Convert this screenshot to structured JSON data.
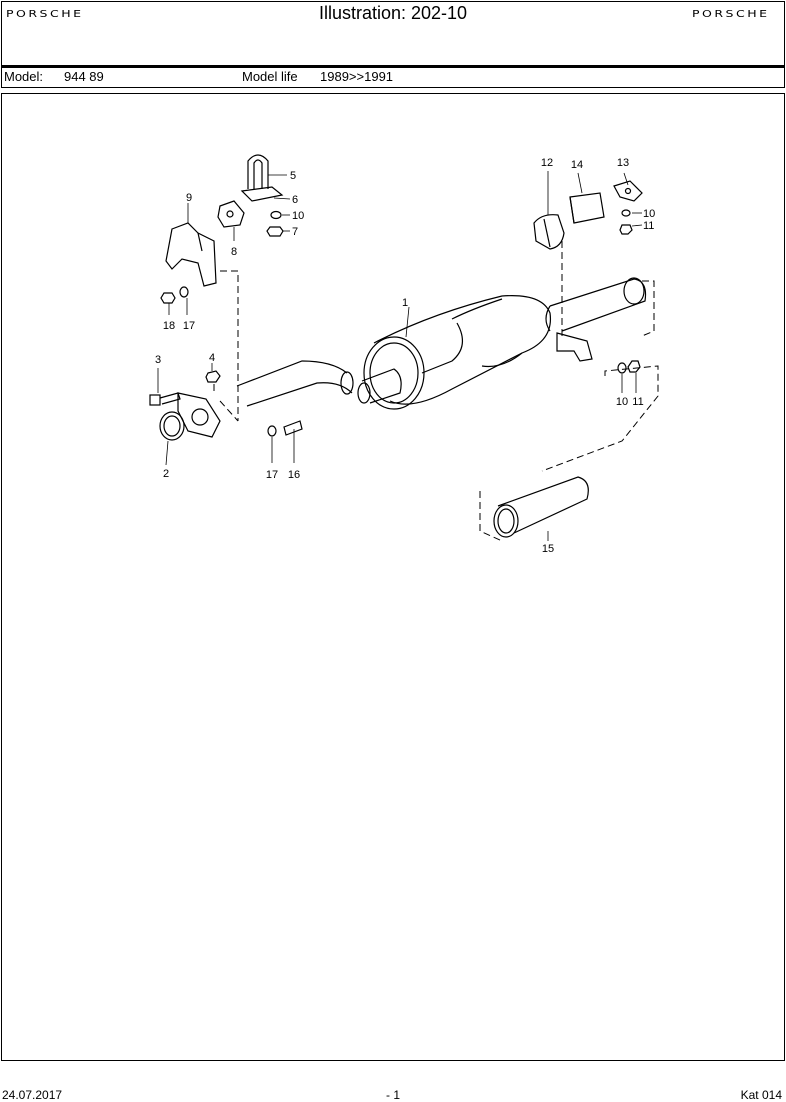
{
  "header": {
    "brand_left": "PORSCHE",
    "brand_right": "PORSCHE",
    "title": "Illustration: 202-10"
  },
  "model_bar": {
    "model_label": "Model:",
    "model_value": "944 89",
    "life_label": "Model life",
    "life_value": "1989>>1991"
  },
  "diagram": {
    "callouts": [
      "1",
      "2",
      "3",
      "4",
      "5",
      "6",
      "7",
      "8",
      "9",
      "10",
      "11",
      "12",
      "13",
      "14",
      "15",
      "16",
      "17",
      "18",
      "10",
      "11",
      "17",
      "10",
      "11"
    ]
  },
  "footer": {
    "date": "24.07.2017",
    "page": "- 1",
    "catalog": "Kat 014"
  }
}
